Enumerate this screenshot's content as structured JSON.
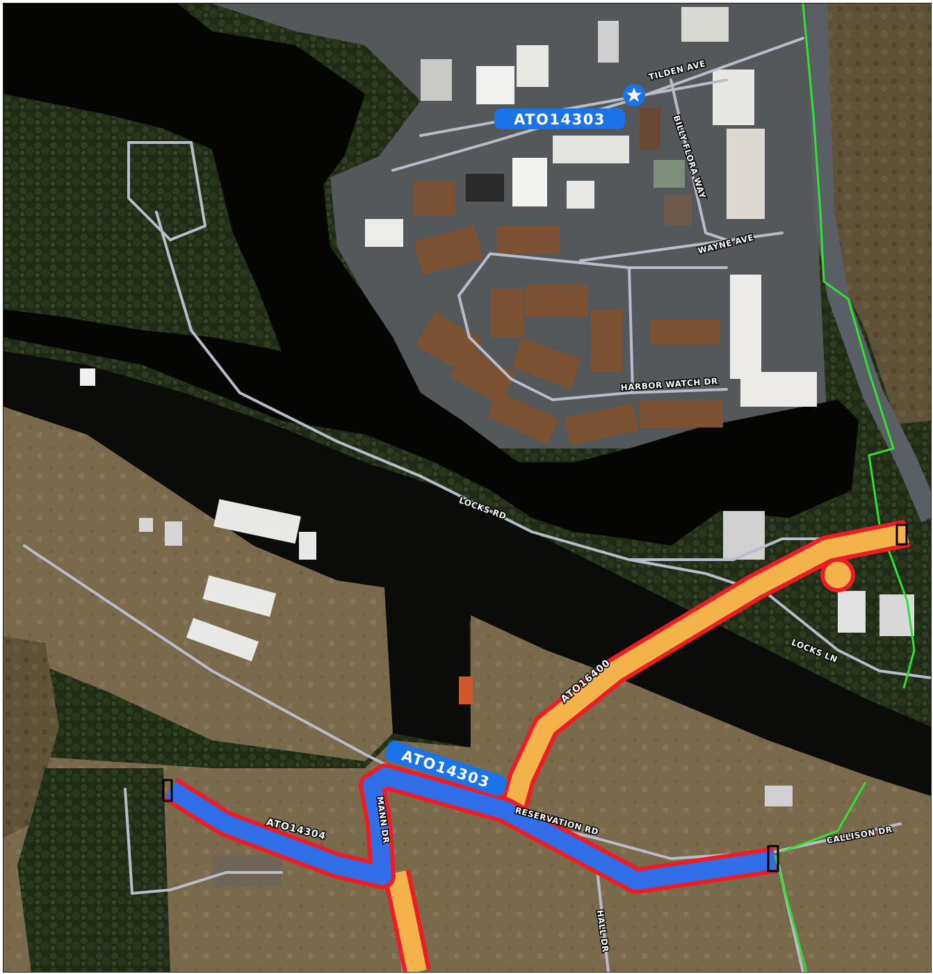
{
  "map": {
    "colors": {
      "blue_route": "#2f6ee6",
      "orange_route": "#f4b24a",
      "red_outline": "#ee1c24",
      "green_line": "#2ee32e",
      "road_line": "#b9bccb",
      "water": "#050504",
      "star_badge": "#1a73e8"
    },
    "project_labels": {
      "top_badge": "ATO14303",
      "route_blue": "ATO14303",
      "route_orange": "ATO16400",
      "route_west": "ATO14304"
    },
    "road_labels": {
      "tilden": "TILDEN AVE",
      "billy_flora": "BILLY FLORA WAY",
      "wayne": "WAYNE AVE",
      "harbor_watch": "HARBOR WATCH DR",
      "locks_rd": "LOCKS RD",
      "locks_ln": "LOCKS LN",
      "reservation": "RESERVATION RD",
      "mann": "MANN DR",
      "hall": "HALL DR",
      "callison": "CALLISON DR"
    },
    "icons": {
      "site_marker": "star-icon"
    }
  }
}
